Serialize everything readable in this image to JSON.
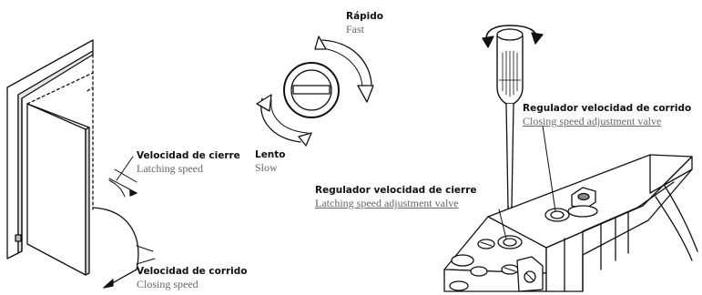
{
  "labels": {
    "fast_es": "Rápido",
    "fast_en": "Fast",
    "slow_es": "Lento",
    "slow_en": "Slow",
    "latching_speed_es": "Velocidad de cierre",
    "latching_speed_en": "Latching speed",
    "closing_speed_es": "Velocidad de corrido",
    "closing_speed_en": "Closing speed",
    "closing_valve_es": "Regulador velocidad de corrido",
    "closing_valve_en": "Closing speed adjustment valve",
    "latching_valve_es": "Regulador velocidad de cierre",
    "latching_valve_en": "Latching speed adjustment valve"
  }
}
